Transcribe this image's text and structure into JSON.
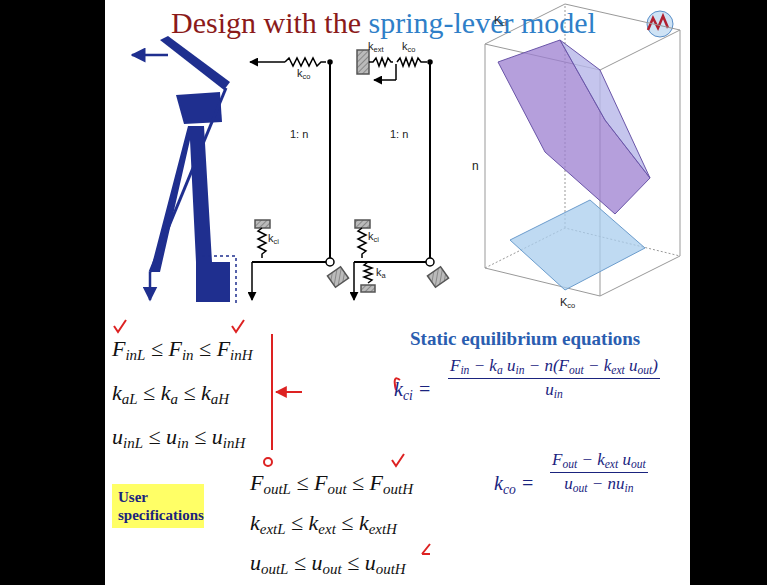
{
  "diagram": {
    "title": "Design with the spring-lever model",
    "nodes": [
      {
        "text": [
          "User specifications"
        ]
      }
    ],
    "labels": [
      "kco",
      "1: n",
      "kci",
      "kext",
      "kco",
      "1: n",
      "kci",
      "ka",
      "Kci",
      "n",
      "Kco",
      "FinL ≤ Fin ≤ FinH",
      "kaL ≤ ka ≤ kaH",
      "uinL ≤ uin ≤ uinH",
      "FoutL ≤ Fout ≤ FoutH",
      "kextL ≤ kext ≤ kextH",
      "uoutL ≤ uout ≤ uoutH",
      "Static equilibrium equations",
      "kci =",
      "Fin − ka uin − n(Fout − kext uout)",
      "uin",
      "kco =",
      "Fout − kext uout",
      "uout − nuin"
    ]
  }
}
